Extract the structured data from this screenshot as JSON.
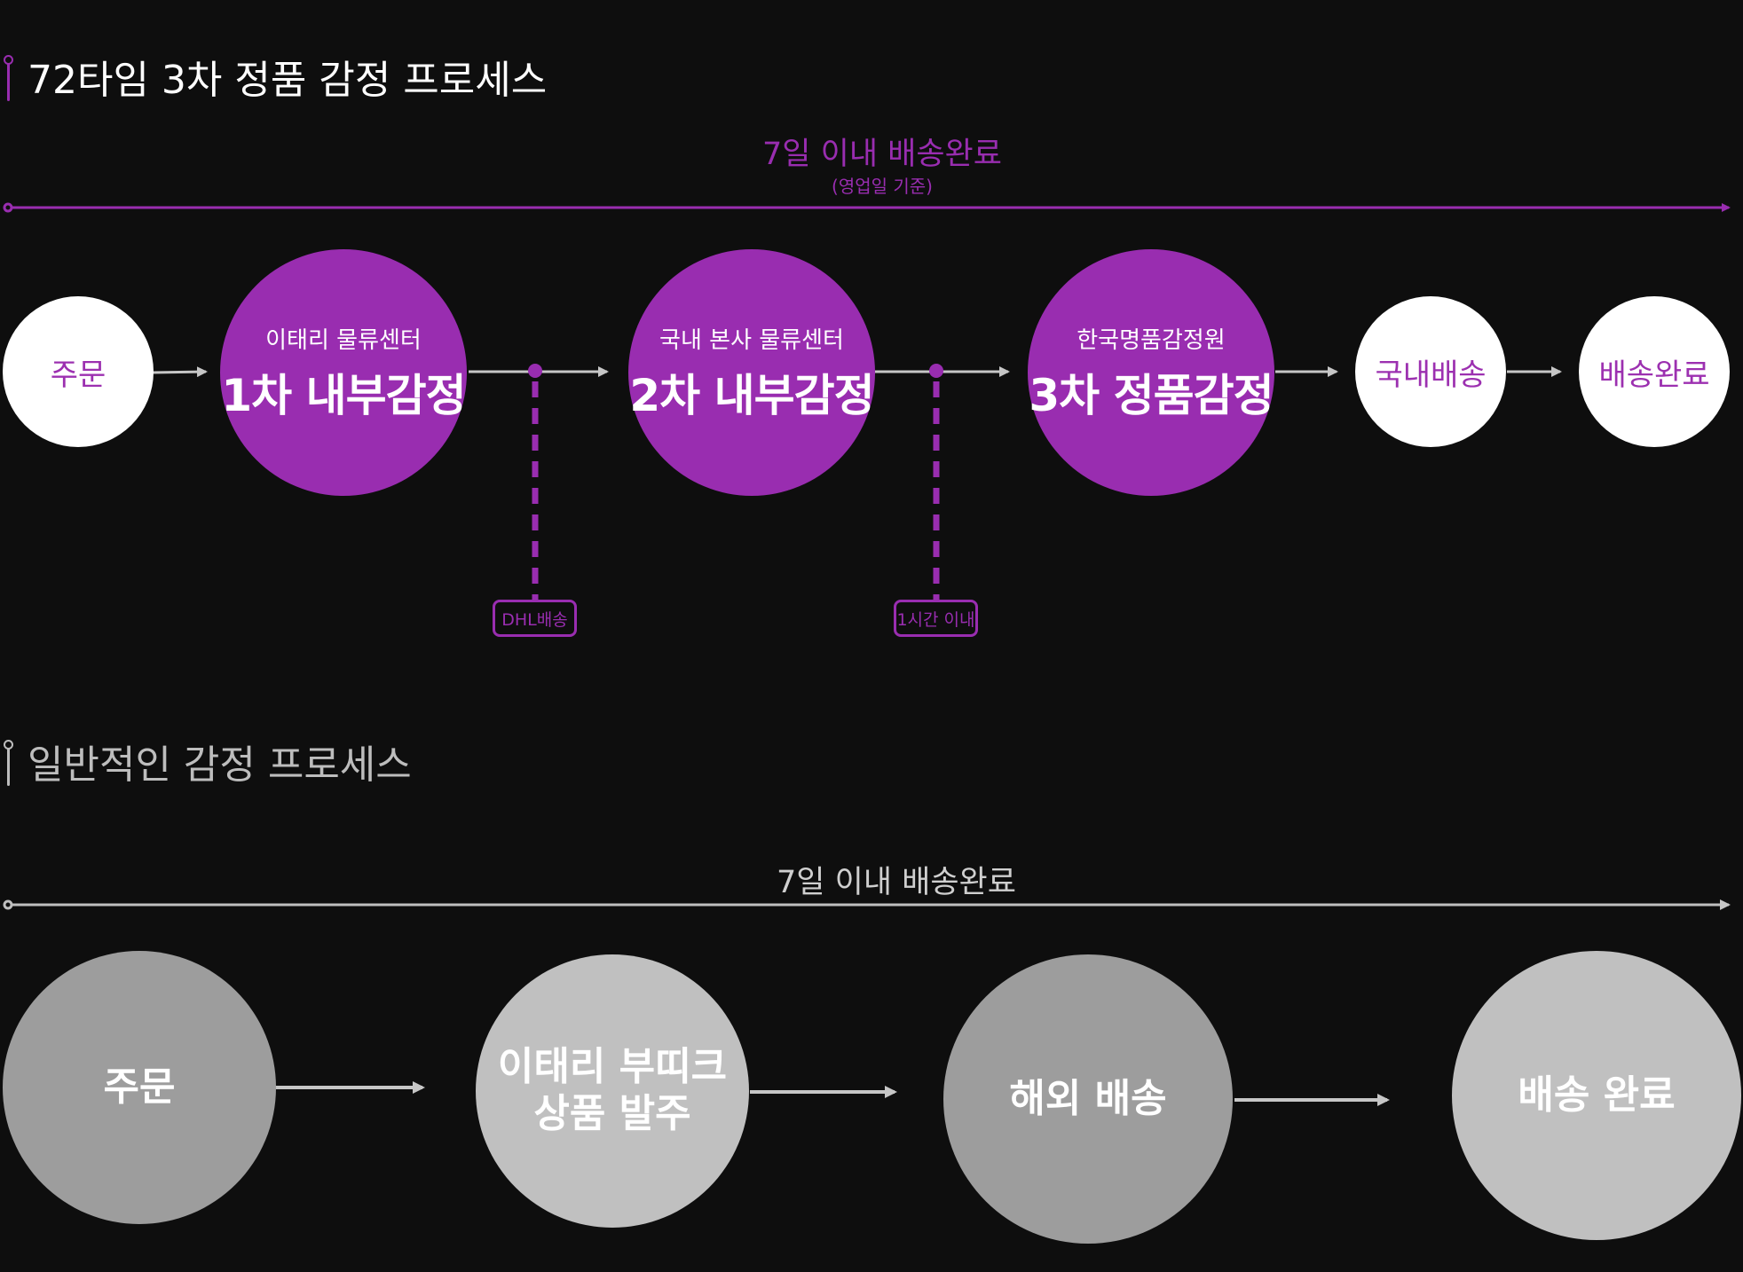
{
  "top": {
    "title": "72타임 3차 정품 감정 프로세스",
    "timeline_label": "7일 이내 배송완료",
    "timeline_sublabel": "(영업일 기준)",
    "steps": [
      {
        "text": "주문"
      },
      {
        "sub": "이태리 물류센터",
        "main": "1차 내부감정"
      },
      {
        "sub": "국내 본사 물류센터",
        "main": "2차 내부감정"
      },
      {
        "sub": "한국명품감정원",
        "main": "3차 정품감정"
      },
      {
        "text": "국내배송"
      },
      {
        "text": "배송완료"
      }
    ],
    "tags": [
      "DHL배송",
      "1시간 이내"
    ]
  },
  "bottom": {
    "title": "일반적인 감정 프로세스",
    "timeline_label": "7일 이내 배송완료",
    "steps": [
      {
        "line1": "주문"
      },
      {
        "line1": "이태리 부띠크",
        "line2": "상품 발주"
      },
      {
        "line1": "해외 배송"
      },
      {
        "line1": "배송 완료"
      }
    ]
  },
  "colors": {
    "background": "#0e0e0e",
    "purple": "#992db0",
    "white": "#ffffff",
    "gray_dark": "#9d9d9d",
    "gray_light": "#c0c0c0",
    "line_gray": "#bfbfbf"
  }
}
